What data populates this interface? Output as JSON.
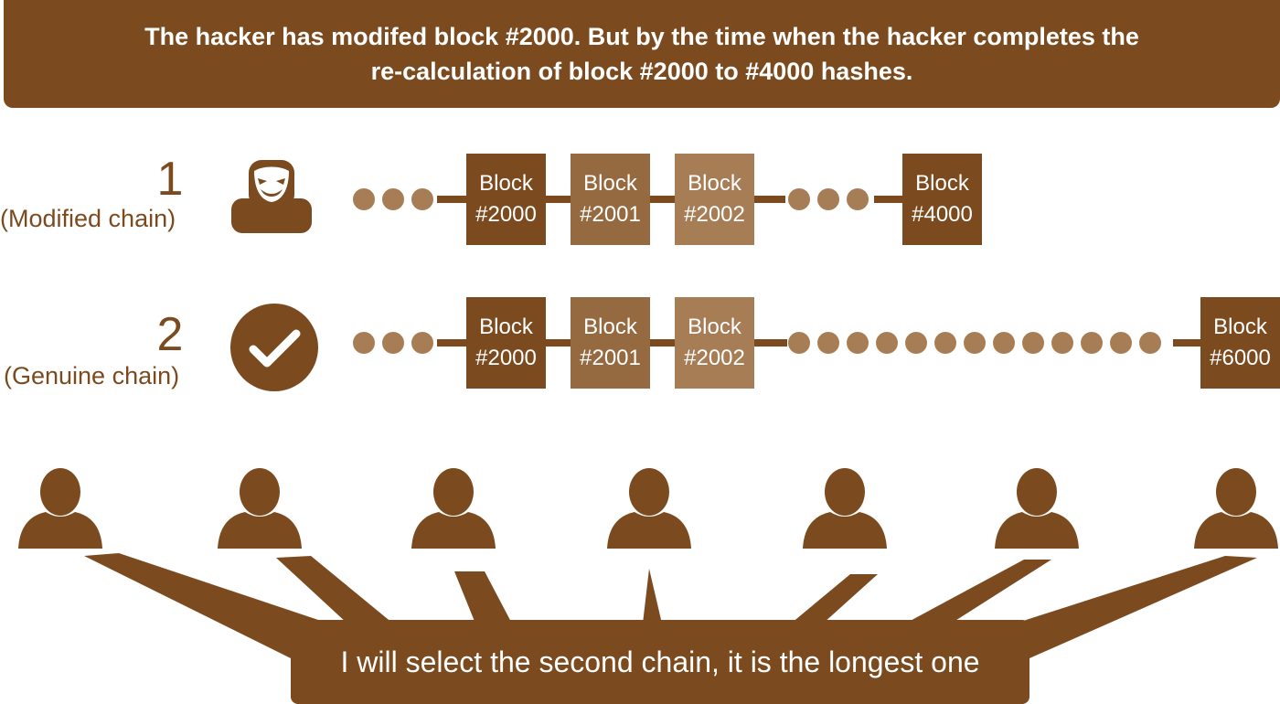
{
  "banner": {
    "line1": "The hacker has modifed block #2000. But by the time when the hacker completes the",
    "line2": "re-calculation of block #2000 to #4000 hashes."
  },
  "chain1": {
    "number": "1",
    "label": "(Modified chain)",
    "icon": "hacker-mask-icon",
    "blocks": [
      {
        "line1": "Block",
        "line2": "#2000"
      },
      {
        "line1": "Block",
        "line2": "#2001"
      },
      {
        "line1": "Block",
        "line2": "#2002"
      },
      {
        "line1": "Block",
        "line2": "#4000"
      }
    ]
  },
  "chain2": {
    "number": "2",
    "label": "(Genuine chain)",
    "icon": "check-circle-icon",
    "blocks": [
      {
        "line1": "Block",
        "line2": "#2000"
      },
      {
        "line1": "Block",
        "line2": "#2001"
      },
      {
        "line1": "Block",
        "line2": "#2002"
      },
      {
        "line1": "Block",
        "line2": "#6000"
      }
    ]
  },
  "users": {
    "count": 7,
    "icon": "user-icon"
  },
  "speech": {
    "text": "I will select the second chain, it is the longest one"
  },
  "colors": {
    "dark_brown": "#7b4b1f",
    "mid_brown": "#966a40",
    "light_brown": "#a77d56",
    "background": "#ffffff"
  }
}
